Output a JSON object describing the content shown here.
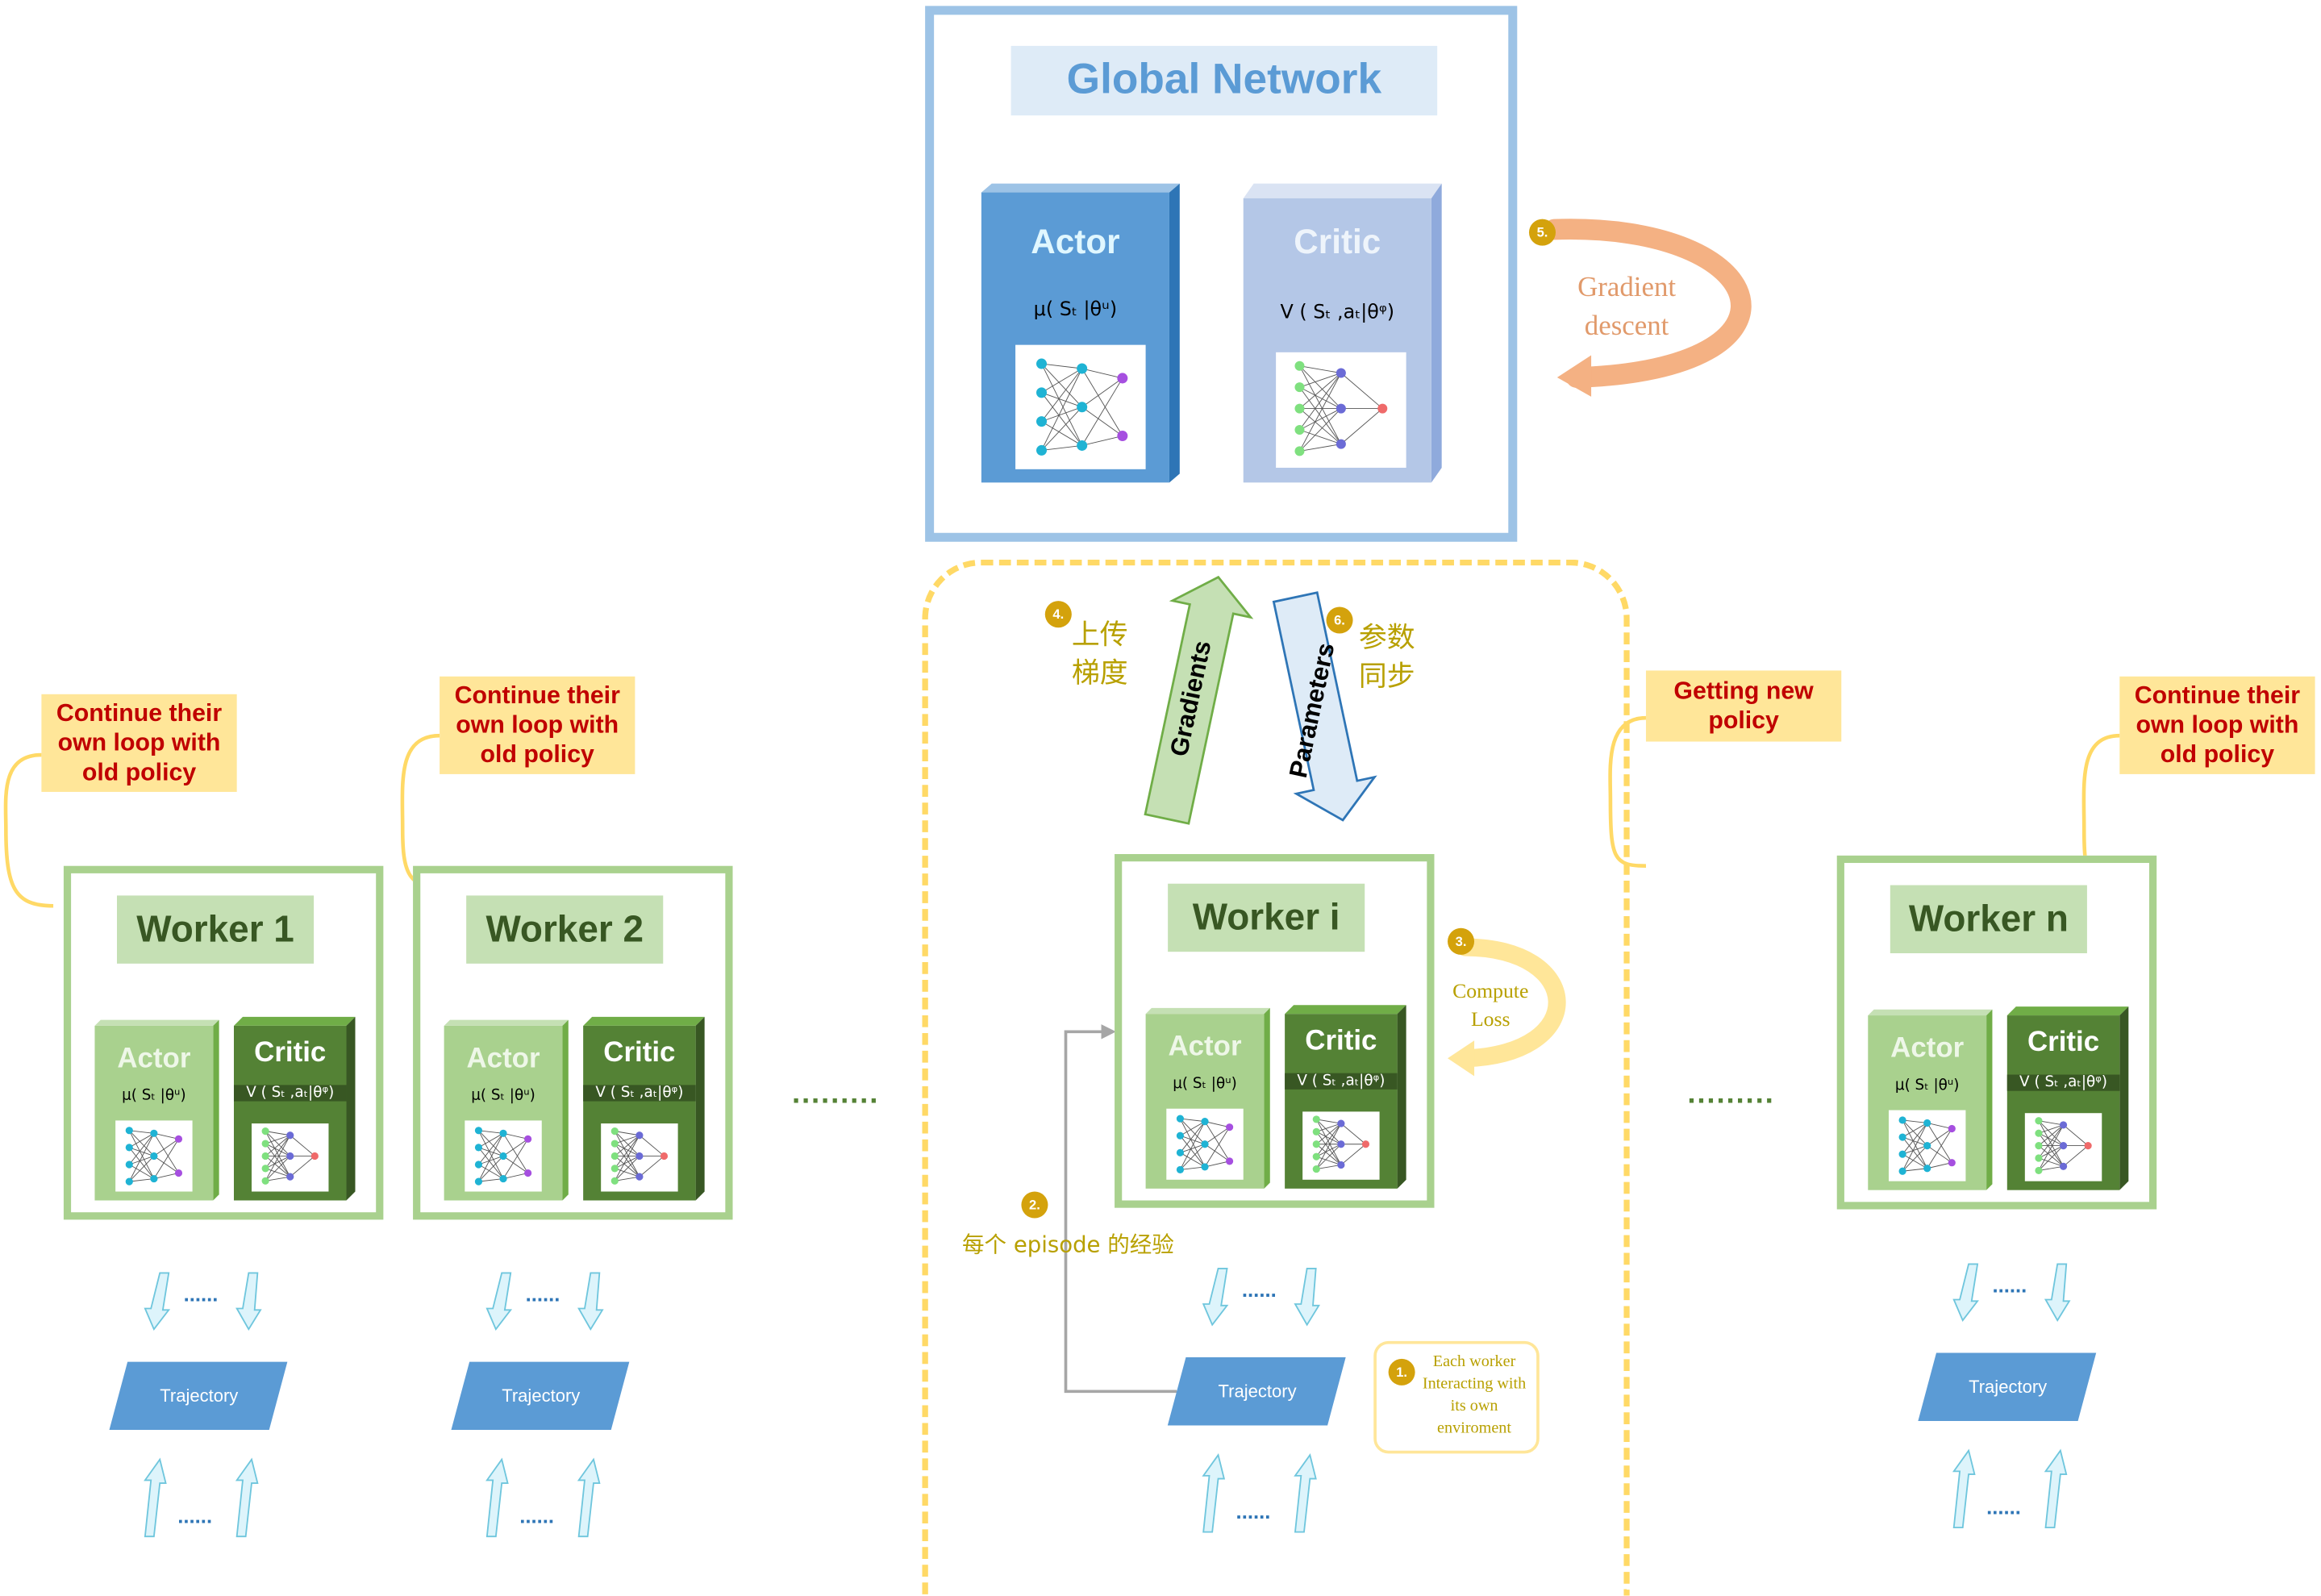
{
  "global": {
    "title": "Global Network",
    "actor_label": "Actor",
    "actor_formula": "μ( Sₜ |θᵘ)",
    "critic_label": "Critic",
    "critic_formula": "V ( Sₜ ,aₜ|θᵠ)"
  },
  "gradient_descent": {
    "badge": "5.",
    "line1": "Gradient",
    "line2": "descent"
  },
  "upload": {
    "badge": "4.",
    "line1": "上传",
    "line2": "梯度",
    "arrow_label": "Gradients"
  },
  "sync": {
    "badge": "6.",
    "line1": "参数",
    "line2": "同步",
    "arrow_label": "Parameters"
  },
  "compute_loss": {
    "badge": "3.",
    "line1": "Compute",
    "line2": "Loss"
  },
  "episode": {
    "badge": "2.",
    "text": "每个 episode 的经验"
  },
  "interact": {
    "badge": "1.",
    "text": "Each worker Interacting with its own enviroment"
  },
  "notes": {
    "w1": "Continue their own loop with old policy",
    "w2": "Continue their own loop with old policy",
    "wi": "Getting new policy",
    "wn": "Continue their own loop with old policy"
  },
  "workers": [
    {
      "title": "Worker 1",
      "actor": "Actor",
      "critic": "Critic",
      "actor_formula": "μ( Sₜ |θᵘ)",
      "critic_formula": "V ( Sₜ ,aₜ|θᵠ)",
      "trajectory": "Trajectory",
      "dots": "......"
    },
    {
      "title": "Worker 2",
      "actor": "Actor",
      "critic": "Critic",
      "actor_formula": "μ( Sₜ |θᵘ)",
      "critic_formula": "V ( Sₜ ,aₜ|θᵠ)",
      "trajectory": "Trajectory",
      "dots": "......"
    },
    {
      "title": "Worker i",
      "actor": "Actor",
      "critic": "Critic",
      "actor_formula": "μ( Sₜ |θᵘ)",
      "critic_formula": "V ( Sₜ ,aₜ|θᵠ)",
      "trajectory": "Trajectory",
      "dots": "......"
    },
    {
      "title": "Worker n",
      "actor": "Actor",
      "critic": "Critic",
      "actor_formula": "μ( Sₜ |θᵘ)",
      "critic_formula": "V ( Sₜ ,aₜ|θᵠ)",
      "trajectory": "Trajectory",
      "dots": "......"
    }
  ],
  "ellipsis": ".........",
  "colors": {
    "global_border": "#9dc3e6",
    "actor_blue": "#5b9bd5",
    "critic_blue": "#b4c7e7",
    "worker_border": "#a9d18e",
    "worker_actor": "#a9d18e",
    "worker_critic": "#548235",
    "note_bg": "#ffe699",
    "note_text": "#c00000",
    "dashed_region": "#ffd966"
  }
}
